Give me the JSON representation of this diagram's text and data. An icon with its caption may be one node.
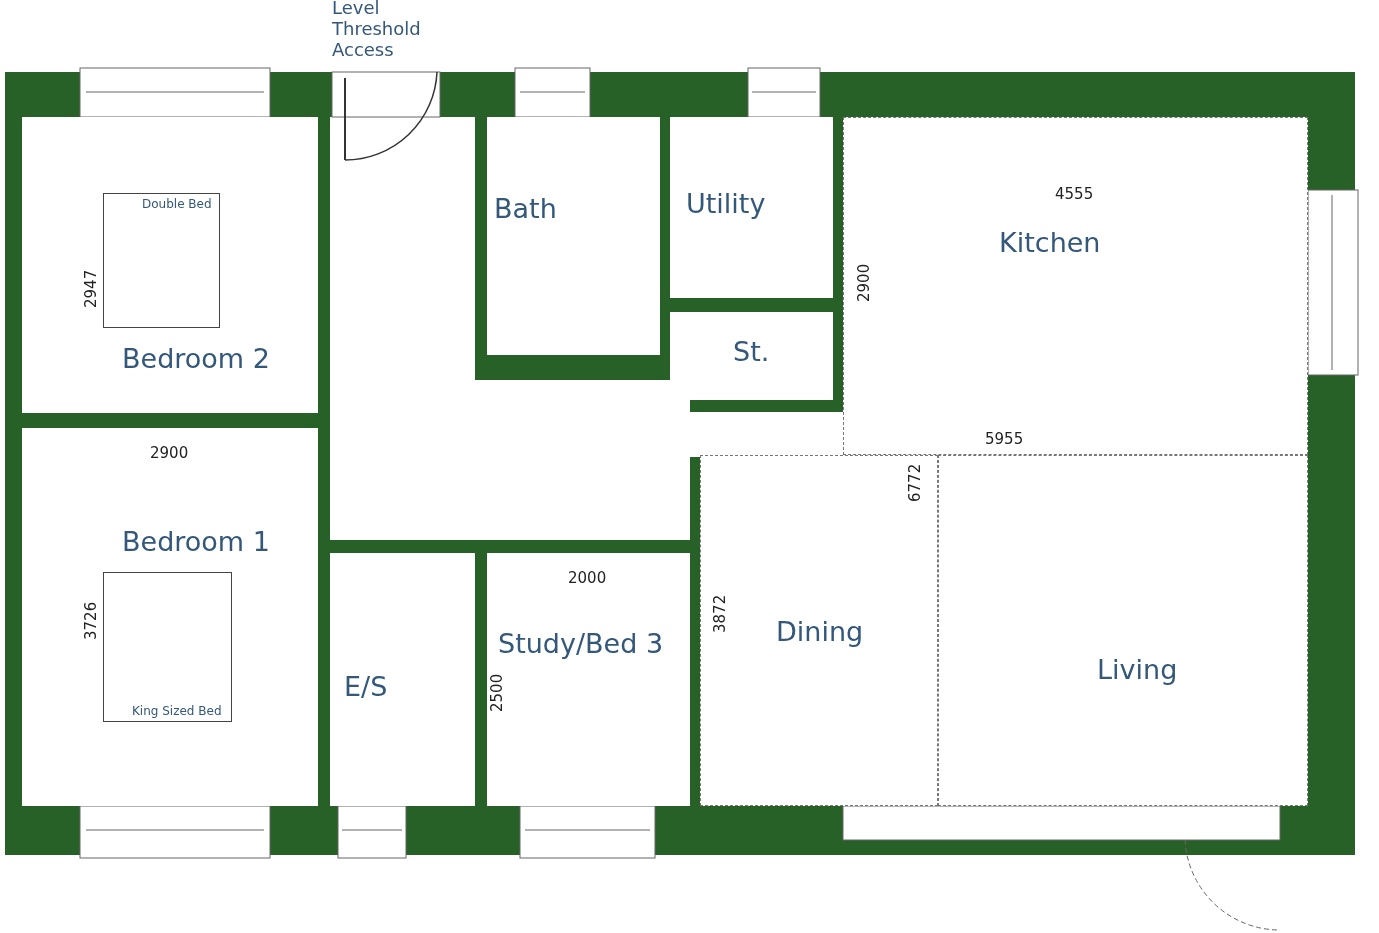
{
  "diagram": {
    "nodes": [
      {
        "text": [
          "Bedroom 2"
        ]
      },
      {
        "text": [
          "Double Bed"
        ],
        "in": 0
      },
      {
        "text": [
          "Bath"
        ]
      },
      {
        "text": [
          "Utility"
        ]
      },
      {
        "text": [
          "Kitchen"
        ]
      },
      {
        "text": [
          "St."
        ]
      },
      {
        "text": [
          "Bedroom 1"
        ]
      },
      {
        "text": [
          "King Sized Bed"
        ],
        "in": 6
      },
      {
        "text": [
          "E/S"
        ]
      },
      {
        "text": [
          "Study/Bed 3"
        ]
      },
      {
        "text": [
          "Dining"
        ]
      },
      {
        "text": [
          "Living"
        ]
      }
    ],
    "edges": [],
    "labels": [
      "Level Threshold Access",
      "4555",
      "2947",
      "2900",
      "2900",
      "5955",
      "6772",
      "2000",
      "3726",
      "3872",
      "2500"
    ]
  }
}
